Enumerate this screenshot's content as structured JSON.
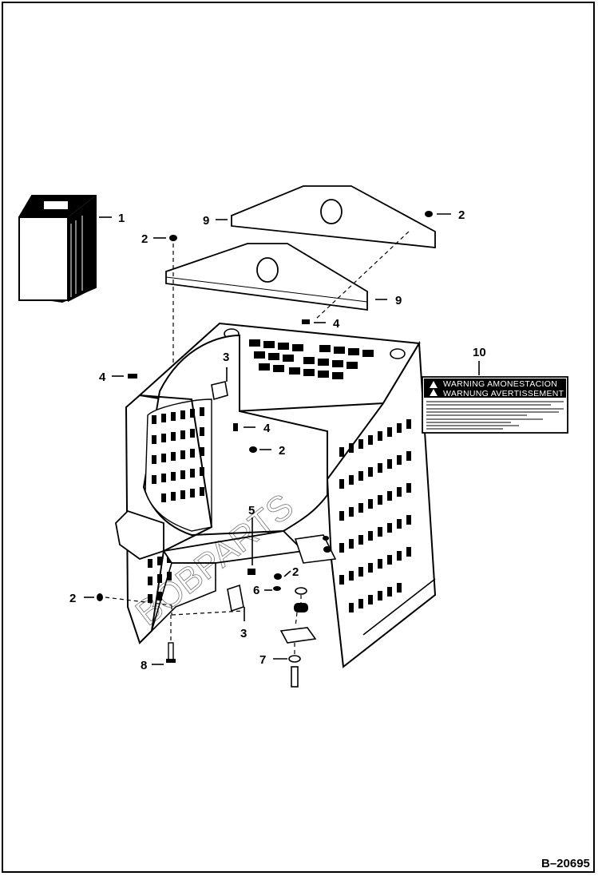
{
  "diagram": {
    "reference": "B–20695",
    "callouts": [
      "1",
      "2",
      "2",
      "2",
      "2",
      "2",
      "2",
      "3",
      "3",
      "4",
      "4",
      "4",
      "5",
      "6",
      "7",
      "8",
      "9",
      "9",
      "10"
    ],
    "decal": {
      "line1": "WARNING AMONESTACION",
      "line2": "WARNUNG AVERTISSEMENT"
    },
    "watermark": "BOBPARTS"
  }
}
